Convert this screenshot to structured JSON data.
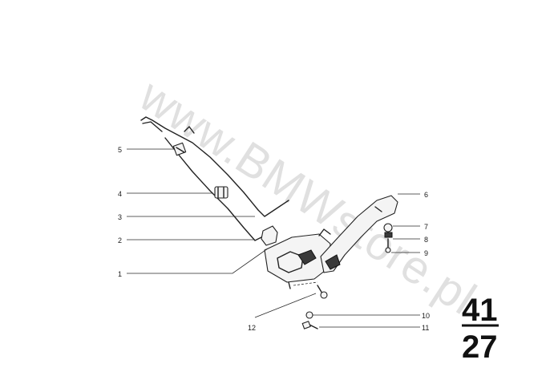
{
  "watermark": "www.BMWstore.pl",
  "group_number": {
    "top": "41",
    "bottom": "27"
  },
  "callouts": [
    {
      "id": "1",
      "label": "1"
    },
    {
      "id": "2",
      "label": "2"
    },
    {
      "id": "3",
      "label": "3"
    },
    {
      "id": "4",
      "label": "4"
    },
    {
      "id": "5",
      "label": "5"
    },
    {
      "id": "6",
      "label": "6"
    },
    {
      "id": "7",
      "label": "7"
    },
    {
      "id": "8",
      "label": "8"
    },
    {
      "id": "9",
      "label": "9"
    },
    {
      "id": "10",
      "label": "10"
    },
    {
      "id": "11",
      "label": "11"
    },
    {
      "id": "12",
      "label": "12"
    }
  ]
}
